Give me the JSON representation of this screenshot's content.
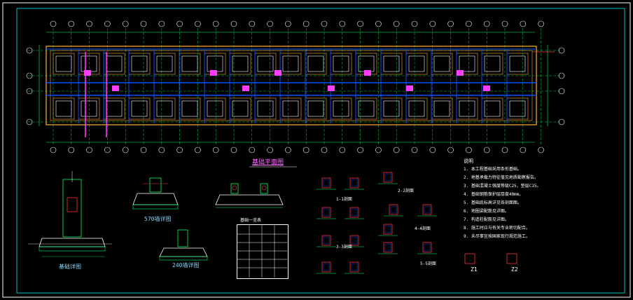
{
  "drawing": {
    "plan_title": "基础平面图",
    "notes_heading": "说明",
    "notes": [
      "1. 本工程基础采用条形基础。",
      "2. 地基承载力特征值见地质勘察报告。",
      "3. 基础混凝土强度等级C25，垫层C15。",
      "4. 基础钢筋保护层厚度40mm。",
      "5. 基础底标高详见各剖面图。",
      "6. 地圈梁配筋见详图。",
      "7. 构造柱配筋见详图。",
      "8. 施工时应与有关专业密切配合。",
      "9. 未尽事宜按国家现行规范施工。"
    ],
    "section_labels": [
      "1-1剖面",
      "2-2剖面",
      "3-3剖面",
      "4-4剖面",
      "5-5剖面"
    ],
    "detail_labels": [
      "570墙详图",
      "240墙详图",
      "基础详图"
    ],
    "column_tags": [
      "Z1",
      "Z2"
    ],
    "table_heading": "基础一览表",
    "colors": {
      "background": "#000000",
      "frame": "#00c8c8",
      "axis": "#00ff66",
      "wall": "#ffb040",
      "beam": "#0a50ff",
      "column": "#ff3cff",
      "text": "#ffffff"
    }
  }
}
